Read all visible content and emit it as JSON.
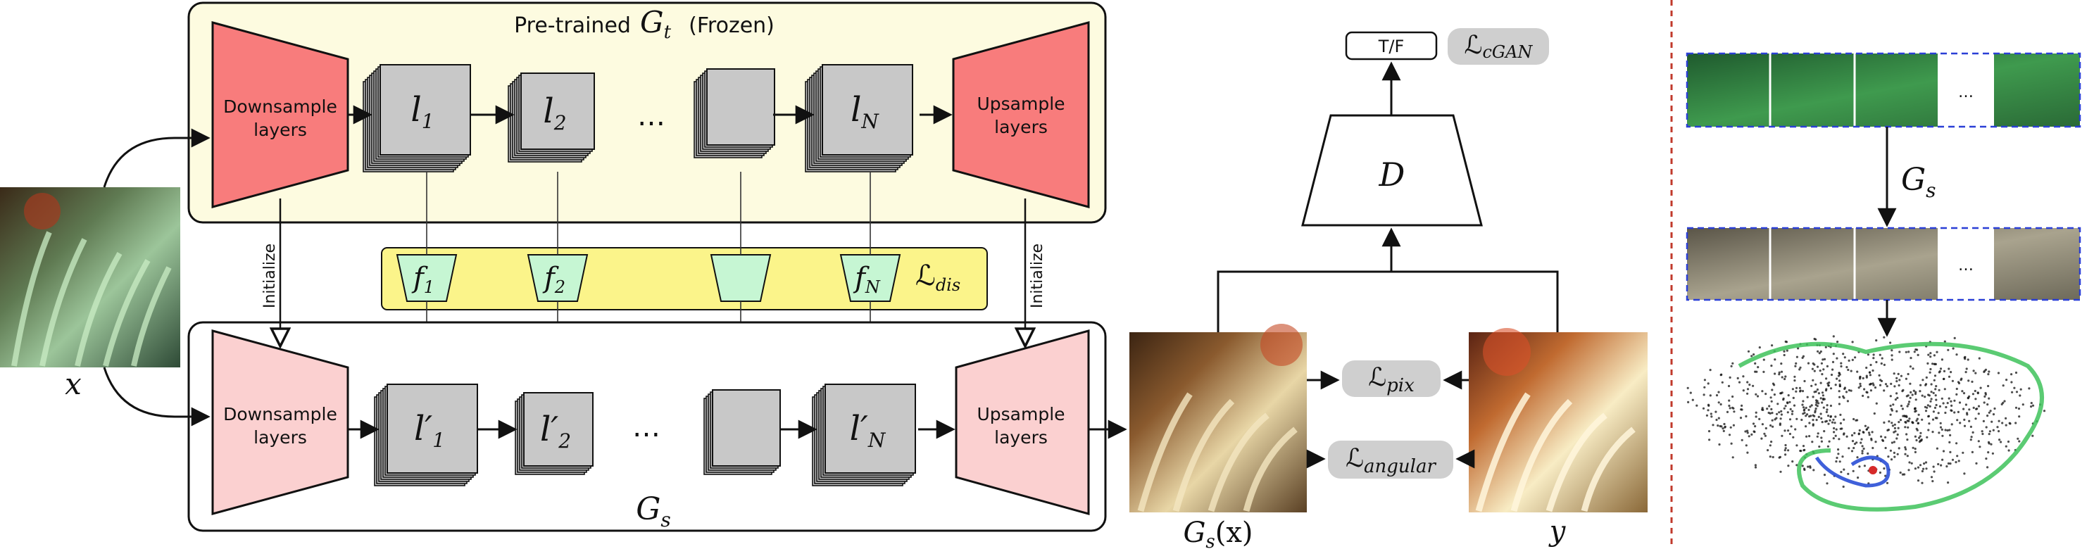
{
  "teacher": {
    "title_prefix": "Pre-trained",
    "title_symbol": "G",
    "title_subscript": "t",
    "title_suffix": "(Frozen)",
    "downsample_label_line1": "Downsample",
    "downsample_label_line2": "layers",
    "upsample_label_line1": "Upsample",
    "upsample_label_line2": "layers",
    "features": [
      {
        "symbol": "l",
        "subscript": "1"
      },
      {
        "symbol": "l",
        "subscript": "2"
      },
      {
        "symbol": "",
        "subscript": ""
      },
      {
        "symbol": "l",
        "subscript": "N"
      }
    ],
    "ellipsis": "…"
  },
  "student": {
    "label_symbol": "G",
    "label_subscript": "s",
    "downsample_label_line1": "Downsample",
    "downsample_label_line2": "layers",
    "upsample_label_line1": "Upsample",
    "upsample_label_line2": "layers",
    "features": [
      {
        "symbol": "l′",
        "subscript": "1"
      },
      {
        "symbol": "l′",
        "subscript": "2"
      },
      {
        "symbol": "",
        "subscript": ""
      },
      {
        "symbol": "l′",
        "subscript": "N"
      }
    ],
    "ellipsis": "…"
  },
  "distill": {
    "adapters": [
      {
        "symbol": "f",
        "subscript": "1"
      },
      {
        "symbol": "f",
        "subscript": "2"
      },
      {
        "symbol": "",
        "subscript": ""
      },
      {
        "symbol": "f",
        "subscript": "N"
      }
    ],
    "loss_subscript": "dis"
  },
  "arrows": {
    "initialize_left": "Initialize",
    "initialize_right": "Initialize"
  },
  "input": {
    "symbol": "x"
  },
  "output": {
    "symbol": "G",
    "subscript": "s",
    "argument": "(x)"
  },
  "target": {
    "symbol": "y"
  },
  "discriminator": {
    "symbol": "D",
    "output_label": "T/F"
  },
  "losses": {
    "script_L": "ℒ",
    "cgan_subscript": "cGAN",
    "pix_subscript": "pix",
    "angular_subscript": "angular"
  },
  "side_panel": {
    "ellipsis": "…",
    "model_symbol": "G",
    "model_subscript": "s"
  },
  "colors": {
    "teacher_bg": "#fdfbe0",
    "teacher_layer": "#f87c7c",
    "student_layer": "#fbd0d0",
    "feature": "#c8c8c8",
    "adapter": "#c6f6d3",
    "distill_band": "#fbf48a",
    "loss_pill": "#cfcfcf",
    "divider": "#c0392b",
    "frame_dash": "#2a3fd6"
  }
}
